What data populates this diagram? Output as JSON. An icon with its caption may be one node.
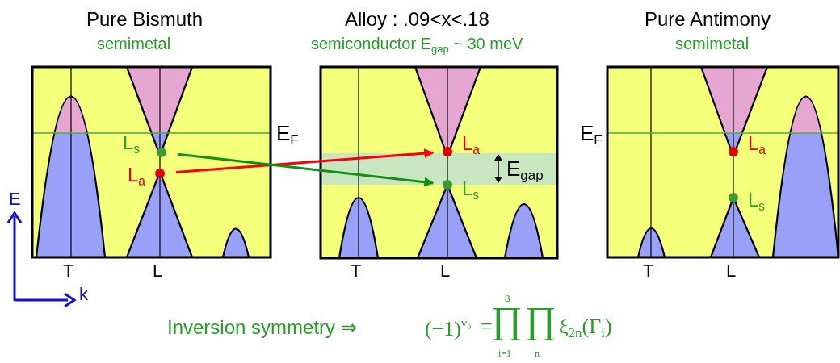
{
  "diagram": {
    "nodes": [
      {
        "text": [],
        "shape": "circle",
        "beside": [
          "L$_{s}$"
        ]
      },
      {
        "text": [],
        "shape": "circle",
        "beside": [
          "L$_{a}$"
        ]
      },
      {
        "text": [],
        "shape": "circle",
        "beside": [
          "L$_{a}$"
        ]
      },
      {
        "text": [],
        "shape": "circle",
        "beside": [
          "L$_{s}$"
        ]
      },
      {
        "text": [],
        "shape": "circle",
        "beside": [
          "L$_{a}$"
        ]
      },
      {
        "text": [],
        "shape": "circle",
        "beside": [
          "L$_{s}$"
        ]
      }
    ],
    "edges": [
      {
        "from": 1,
        "to": 2,
        "arrow": "to",
        "color": "#ff0000"
      },
      {
        "from": 0,
        "to": 3,
        "arrow": "to",
        "color": "#109010"
      }
    ],
    "labels": [
      "Pure Bismuth",
      "semimetal",
      "Alloy :  .09<x<.18",
      "semiconductor E$_{gap}$ ~ 30 meV",
      "Pure Antimony",
      "semimetal",
      "E$_{F}$",
      "E$_{gap}$",
      "E$_{F}$",
      "E",
      "T",
      "L",
      "T",
      "L",
      "T",
      "L",
      "k",
      "Inversion symmetry ⇒",
      "(−1)$^{ν₀}$",
      "=",
      "8",
      "∏",
      "i=1",
      "∏",
      "n",
      "ξ$_{2n}$(Γ$_{i}$)"
    ]
  }
}
